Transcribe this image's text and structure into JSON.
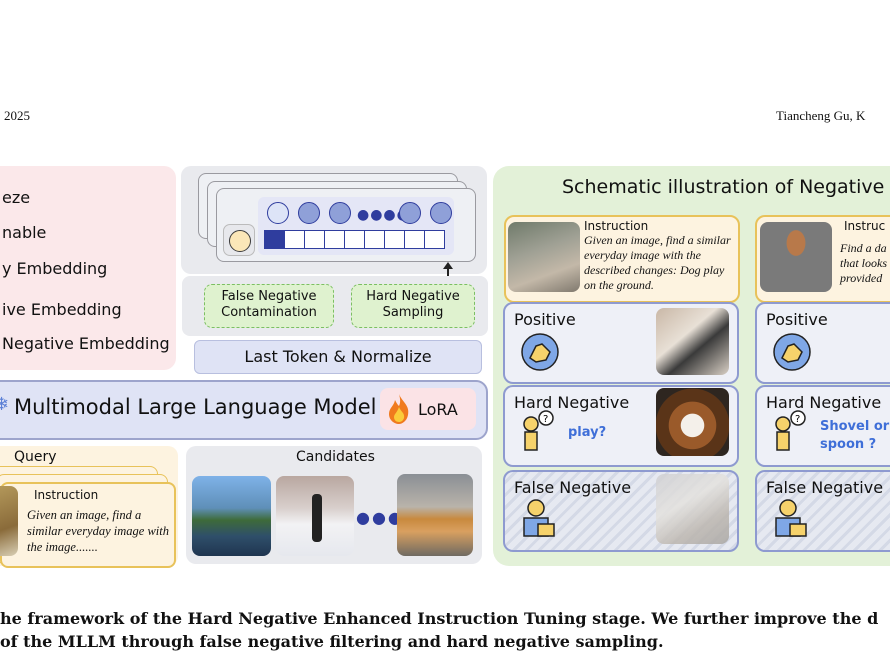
{
  "header": {
    "left": "2025",
    "right": "Tiancheng Gu, K"
  },
  "legend": {
    "items": [
      "eze",
      "nable",
      "y Embedding",
      "ive Embedding",
      "Negative Embedding"
    ]
  },
  "modules": {
    "false_negative": "False Negative Contamination",
    "hard_negative": "Hard Negative Sampling",
    "last_token": "Last Token & Normalize",
    "mllm": "Multimodal Large Language Model",
    "lora": "LoRA"
  },
  "query": {
    "title": "Query",
    "instruction_title": "Instruction",
    "instruction_text": "Given an image, find a similar everyday image with the image......."
  },
  "candidates": {
    "title": "Candidates"
  },
  "schematic": {
    "title": "Schematic illustration of Negative",
    "left": {
      "instruction_title": "Instruction",
      "instruction_text": "Given an image, find a similar everyday image with the described changes: Dog play on the ground.",
      "positive": "Positive",
      "hard_negative": "Hard  Negative",
      "hard_note": "play?",
      "false_negative": "False Negative"
    },
    "right": {
      "instruction_title": "Instruc",
      "instruction_text": "Find a da that looks provided",
      "positive": "Positive",
      "hard_negative": "Hard  Negative",
      "hard_note": "Shovel or spoon ?",
      "false_negative": "False Negative"
    }
  },
  "caption": {
    "line1": "he framework of the Hard Negative Enhanced Instruction Tuning stage. We further improve the d",
    "line2": "of the MLLM through false negative filtering and hard negative sampling."
  }
}
